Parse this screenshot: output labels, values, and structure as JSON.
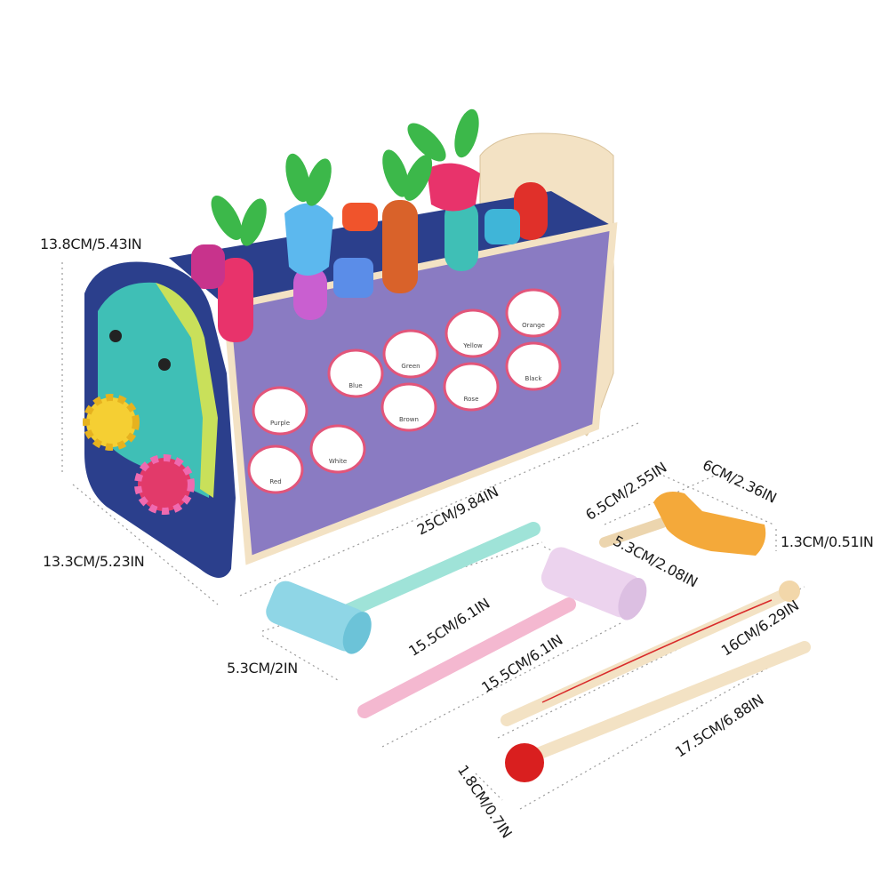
{
  "dimensions": {
    "box_height": "13.8CM/5.43IN",
    "box_depth": "13.3CM/5.23IN",
    "box_length": "25CM/9.84IN",
    "bird_height": "6.5CM/2.55IN",
    "bird_length": "6CM/2.36IN",
    "bird_thickness": "1.3CM/0.51IN",
    "bird_handle": "5.3CM/2.08IN",
    "blue_hammer_length": "15.5CM/6.1IN",
    "pink_hammer_length": "15.5CM/6.1IN",
    "hammer_head": "5.3CM/2IN",
    "fishing_rod_length": "16CM/6.29IN",
    "mallet_length": "17.5CM/6.88IN",
    "mallet_ball": "1.8CM/0.7IN"
  },
  "maze_labels": [
    "Purple",
    "Blue",
    "Green",
    "Yellow",
    "Orange",
    "Red",
    "White",
    "Brown",
    "Rose",
    "Black"
  ],
  "colors": {
    "box_navy": "#2b3f8c",
    "panel_purple": "#8a7bc2",
    "dino_teal": "#3fbfb6",
    "wood": "#f3e2c4",
    "blue_hammer": "#8fd6e6",
    "pink_hammer": "#f4b8d0",
    "bird": "#f4a93a",
    "red_ball": "#d91f1f"
  }
}
